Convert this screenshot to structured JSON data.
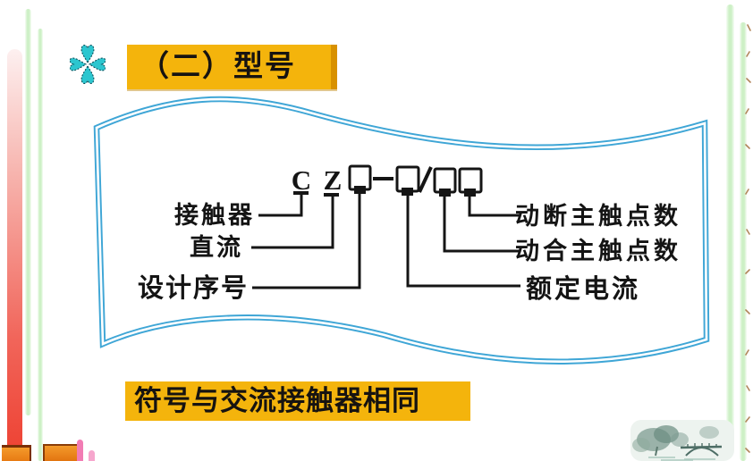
{
  "title": {
    "label": "（二）型号"
  },
  "footer": {
    "label": "符号与交流接触器相同"
  },
  "diagram": {
    "letters": [
      "C",
      "Z"
    ],
    "left_labels": [
      "接触器",
      "直流",
      "设计序号"
    ],
    "right_labels": [
      "动断主触点数",
      "动合主触点数",
      "额定电流"
    ]
  },
  "icons": {
    "bullet": "clover-icon",
    "corner_image": "ink-wash-bridge-landscape"
  },
  "colors": {
    "title_bg": "#F4B40C",
    "banner_border": "#3FA6D6",
    "diagram_ink": "#151515",
    "bullet_teal": "#2CC6CF",
    "left_bar_red": "#EE4334",
    "side_bar_green": "#CDF0C6",
    "bottom_orange": "#EE8418",
    "bottom_pink": "#F27CB4"
  }
}
